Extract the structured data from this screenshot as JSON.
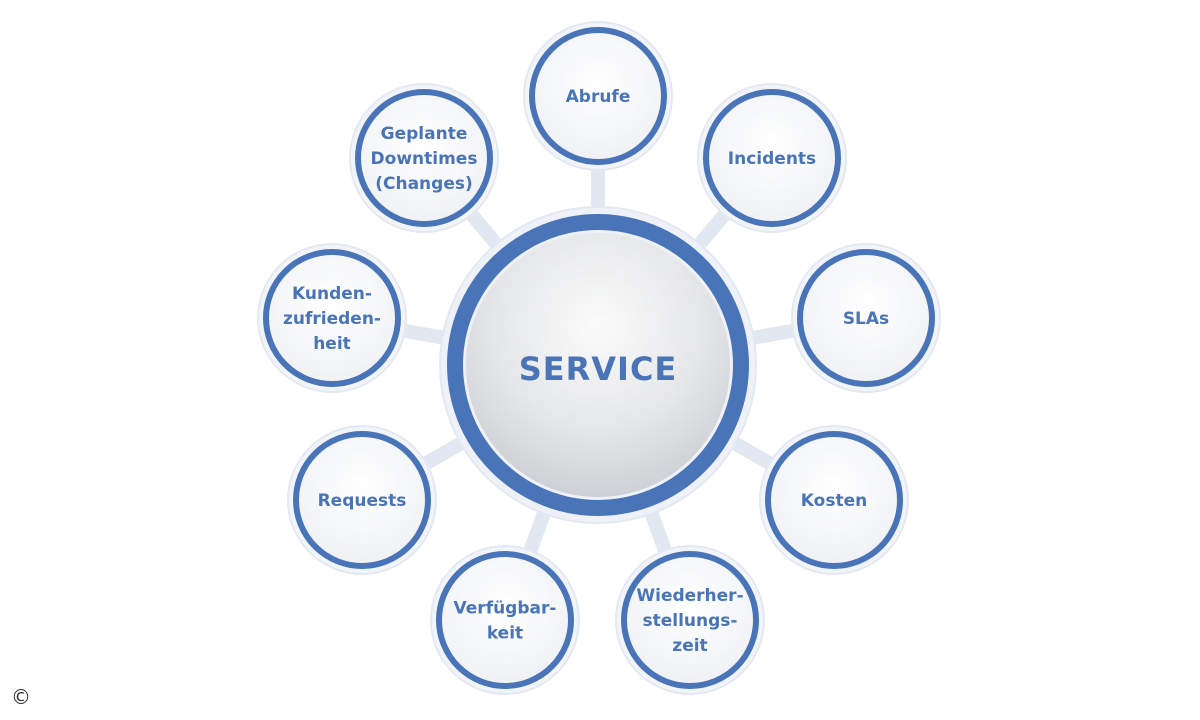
{
  "center": {
    "label": "SERVICE"
  },
  "nodes": [
    {
      "id": "abrufe",
      "lines": [
        "Abrufe"
      ]
    },
    {
      "id": "incidents",
      "lines": [
        "Incidents"
      ]
    },
    {
      "id": "slas",
      "lines": [
        "SLAs"
      ]
    },
    {
      "id": "kosten",
      "lines": [
        "Kosten"
      ]
    },
    {
      "id": "wiederherstellungszeit",
      "lines": [
        "Wiederher-",
        "stellungs-",
        "zeit"
      ]
    },
    {
      "id": "verfuegbarkeit",
      "lines": [
        "Verfügbar-",
        "keit"
      ]
    },
    {
      "id": "requests",
      "lines": [
        "Requests"
      ]
    },
    {
      "id": "kundenzufriedenheit",
      "lines": [
        "Kunden-",
        "zufrieden-",
        "heit"
      ]
    },
    {
      "id": "geplante-downtimes",
      "lines": [
        "Geplante",
        "Downtimes",
        "(Changes)"
      ]
    }
  ],
  "copyright_symbol": "©",
  "colors": {
    "ring": "#4a74b8",
    "ring_light": "#dfe7f3",
    "connector": "#dfe6f0",
    "text": "#4a74b8",
    "center_fill_top": "#f7f7f7",
    "center_fill_bottom": "#cfd2d6"
  }
}
